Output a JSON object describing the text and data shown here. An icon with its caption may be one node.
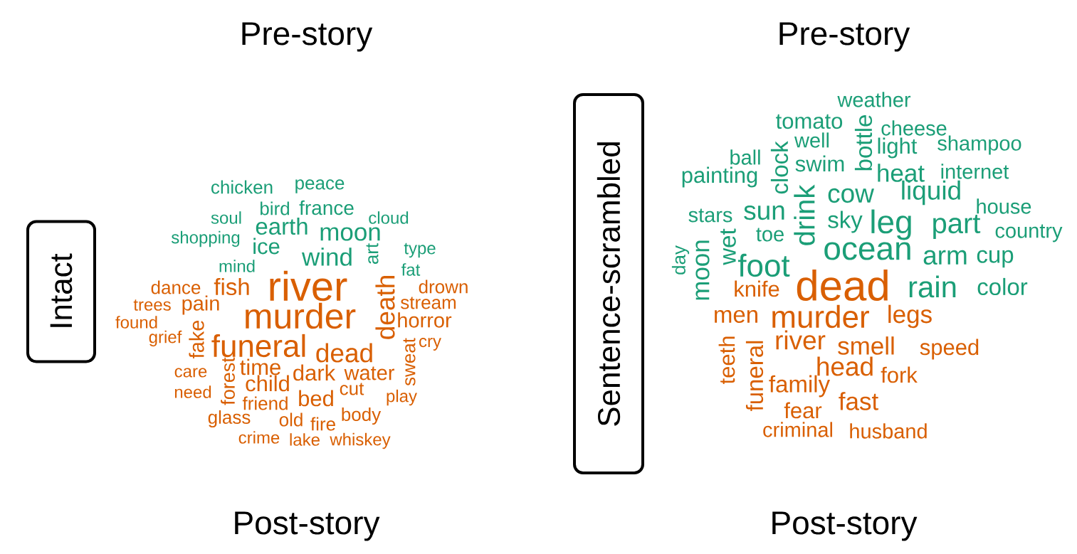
{
  "diagram": {
    "nodes": [
      {
        "text": [
          "Intact"
        ]
      },
      {
        "text": [
          "Sentence-scrambled"
        ]
      }
    ],
    "edges": [],
    "labels": [
      "Pre-story",
      "Pre-story",
      "chicken",
      "peace",
      "soul",
      "bird",
      "france",
      "cloud",
      "shopping",
      "earth",
      "moon",
      "ice",
      "wind",
      "art",
      "type",
      "mind",
      "fat",
      "dance",
      "fish",
      "river",
      "death",
      "drown",
      "trees",
      "pain",
      "stream",
      "murder",
      "found",
      "horror",
      "grief",
      "fake",
      "funeral",
      "dead",
      "cry",
      "sweat",
      "care",
      "forest",
      "time",
      "dark",
      "water",
      "child",
      "need",
      "friend",
      "bed",
      "cut",
      "play",
      "glass",
      "old",
      "fire",
      "body",
      "crime",
      "lake",
      "whiskey",
      "weather",
      "tomato",
      "bottle",
      "cheese",
      "well",
      "clock",
      "ball",
      "light",
      "shampoo",
      "swim",
      "painting",
      "heat",
      "internet",
      "drink",
      "cow",
      "liquid",
      "house",
      "stars",
      "sun",
      "toe",
      "sky",
      "leg",
      "part",
      "country",
      "day",
      "moon",
      "wet",
      "ocean",
      "arm",
      "cup",
      "foot",
      "knife",
      "dead",
      "rain",
      "color",
      "men",
      "murder",
      "legs",
      "river",
      "teeth",
      "funeral",
      "smell",
      "speed",
      "head",
      "fork",
      "family",
      "fast",
      "fear",
      "criminal",
      "husband",
      "Post-story",
      "Post-story"
    ]
  }
}
